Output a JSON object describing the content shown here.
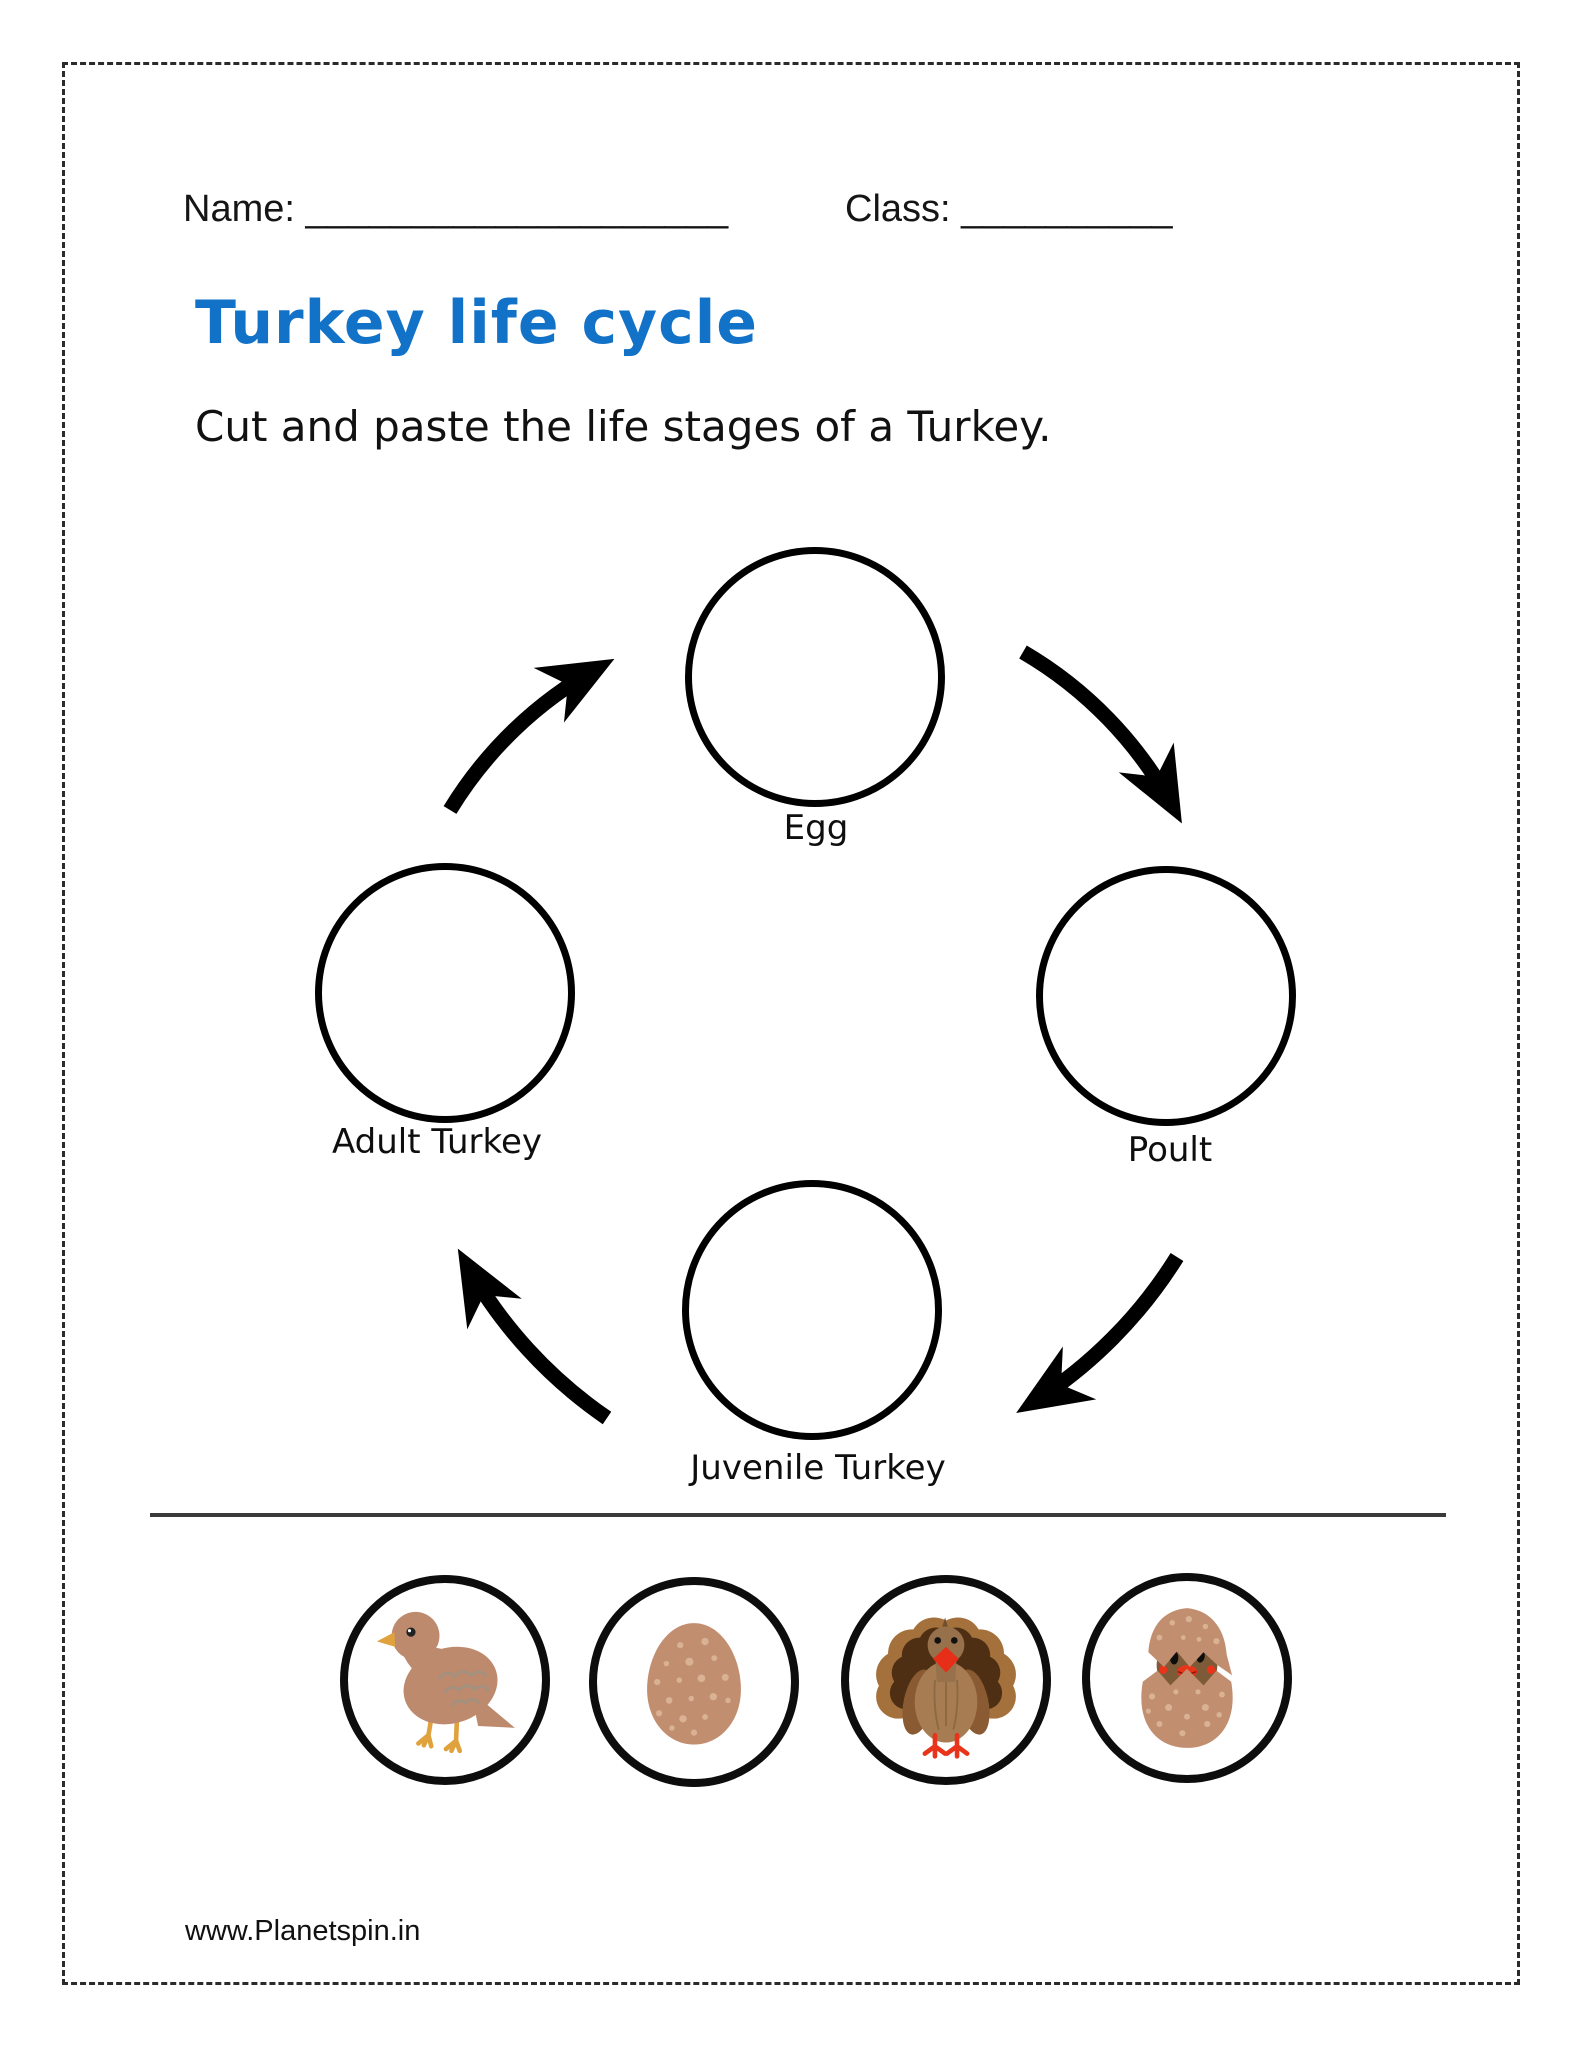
{
  "header": {
    "name_label": "Name:",
    "name_blank": "____________________",
    "class_label": "Class:",
    "class_blank": "__________"
  },
  "title": "Turkey life cycle",
  "instruction": "Cut and paste the life stages of a Turkey.",
  "cycle": {
    "stages": [
      {
        "label": "Egg"
      },
      {
        "label": "Poult"
      },
      {
        "label": "Juvenile Turkey"
      },
      {
        "label": "Adult Turkey"
      }
    ]
  },
  "cutouts": [
    {
      "image": "juvenile-turkey"
    },
    {
      "image": "speckled-turkey-egg"
    },
    {
      "image": "adult-turkey"
    },
    {
      "image": "poult-hatching-from-egg"
    }
  ],
  "footer": {
    "website": "www.Planetspin.in"
  },
  "colors": {
    "title_blue": "#1272c8",
    "ink": "#111111",
    "egg_brown": "#c28e70",
    "speckle": "#dcb497",
    "turkey_body": "#bd8a6e",
    "turkey_dark_tail": "#4f2f13",
    "turkey_tail_rim": "#a4713c",
    "accent_red": "#e8311c",
    "leg_orange": "#dfa23c"
  }
}
